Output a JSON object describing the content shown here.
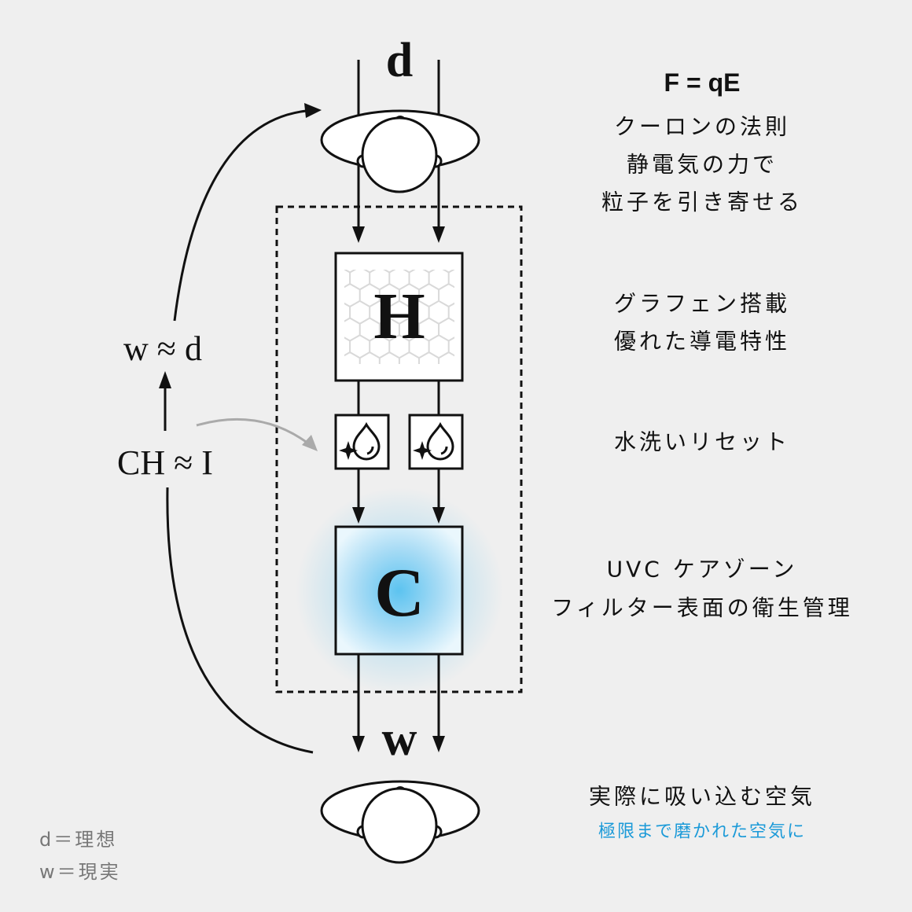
{
  "colors": {
    "background": "#efefef",
    "stroke": "#111111",
    "accent": "#1b9ad8",
    "muted_arrow": "#aaaaaa",
    "uv_glow": "#5cc3f0",
    "legend_text": "#777777"
  },
  "icons": {
    "person": "person-top-view-icon",
    "wash": "water-droplet-sparkle-icon",
    "graphene": "hexagon-pattern"
  },
  "flow": {
    "input_label": "d",
    "output_label": "w",
    "filter_h_label": "H",
    "filter_c_label": "C"
  },
  "relations": {
    "upper": "w ≈ d",
    "lower": "CH ≈ I"
  },
  "annotations": {
    "coulomb": {
      "formula": "F = qE",
      "lines": [
        "クーロンの法則",
        "静電気の力で",
        "粒子を引き寄せる"
      ]
    },
    "graphene": {
      "lines": [
        "グラフェン搭載",
        "優れた導電特性"
      ]
    },
    "wash": {
      "lines": [
        "水洗いリセット"
      ]
    },
    "uvc": {
      "lines": [
        "UVC ケアゾーン",
        "フィルター表面の衛生管理"
      ]
    },
    "result": {
      "lines": [
        "実際に吸い込む空気"
      ],
      "highlight": "極限まで磨かれた空気に"
    }
  },
  "legend": [
    "d＝理想",
    "w＝現実"
  ]
}
